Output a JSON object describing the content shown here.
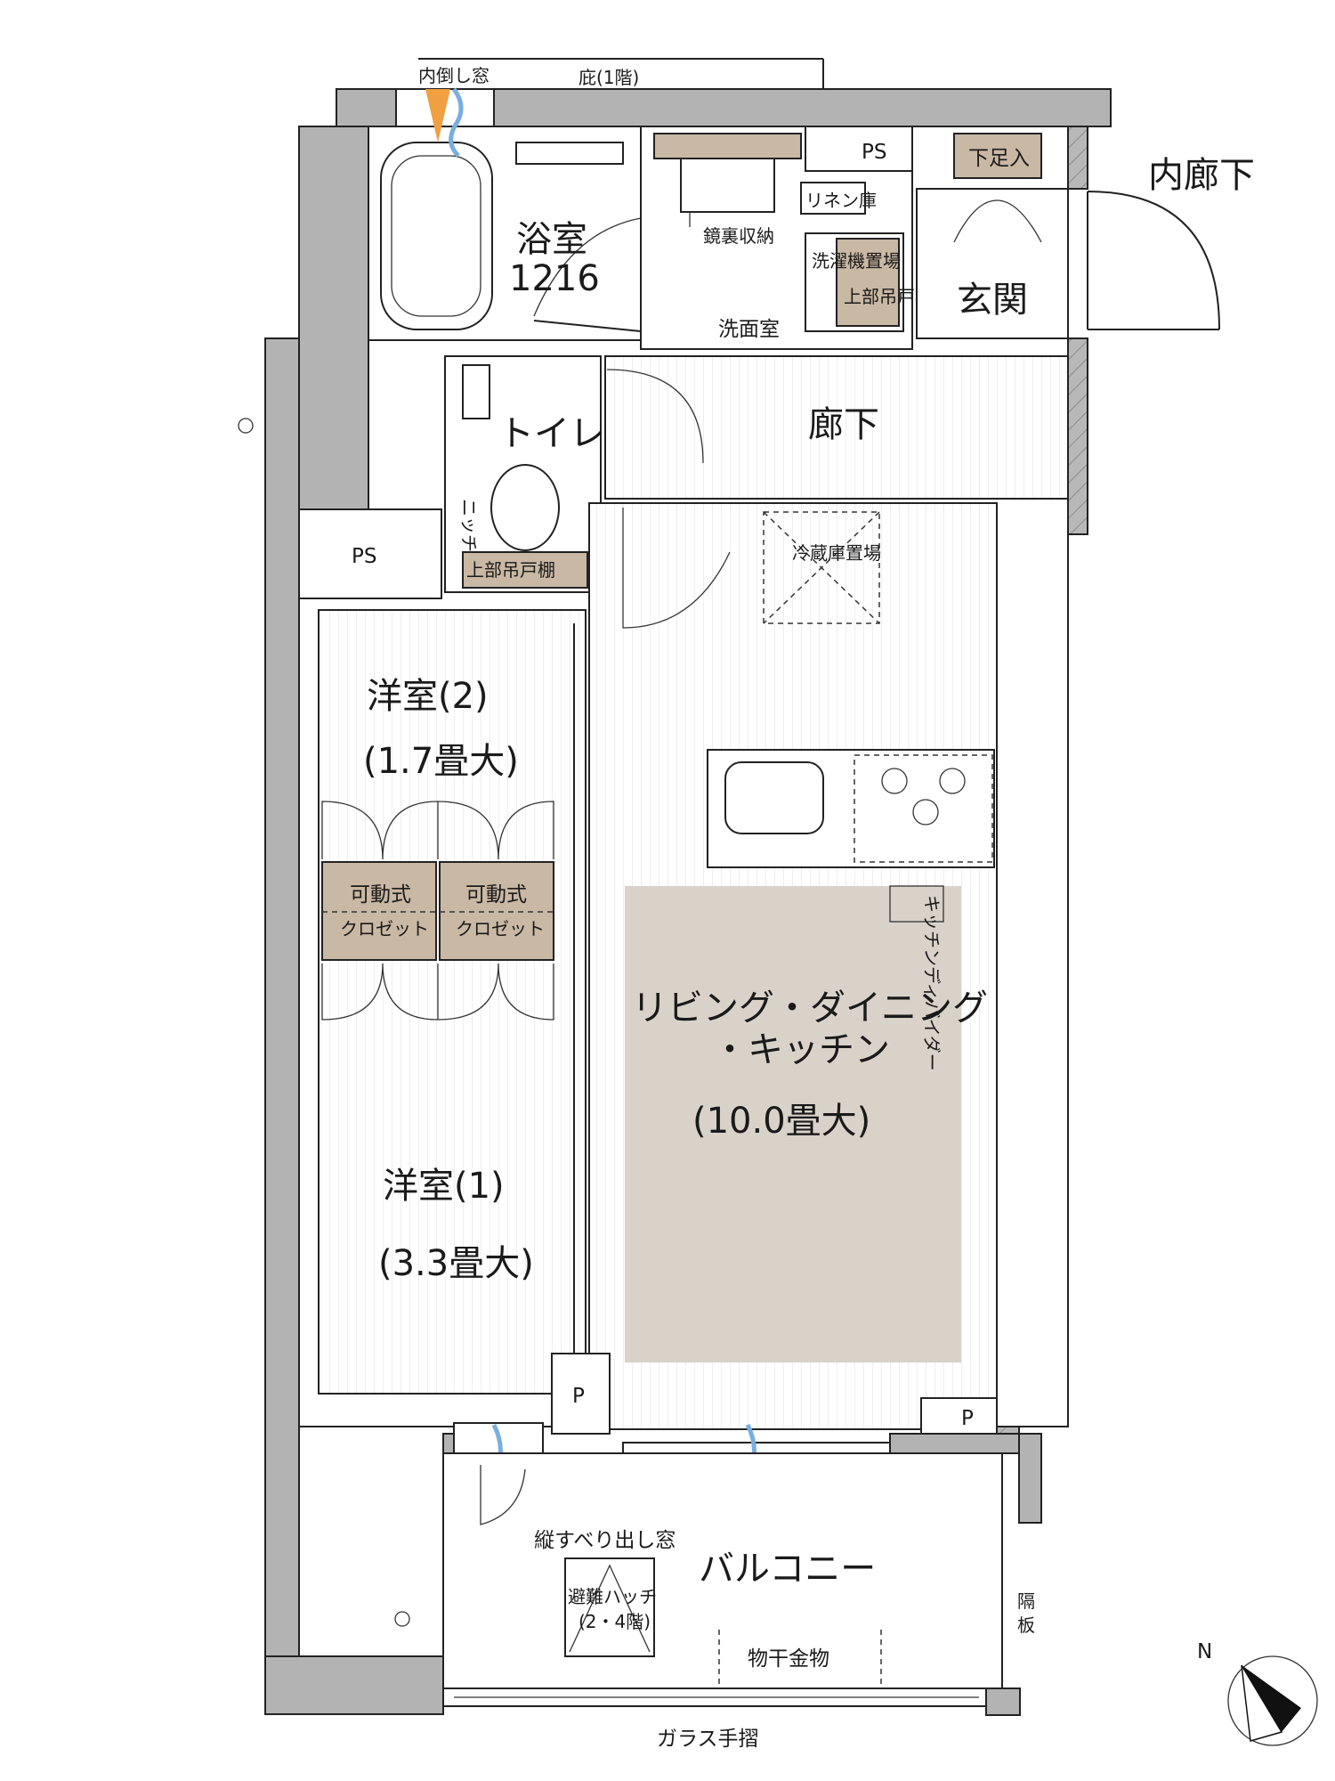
{
  "labels": {
    "inner_tilt_window": "内倒し窓",
    "eave": "庇(1階)",
    "bath": "浴室",
    "bath_size": "1216",
    "ps_top": "PS",
    "linen": "リネン庫",
    "shoe_box": "下足入",
    "inner_corridor": "内廊下",
    "mirror_storage": "鏡裏収納",
    "upper_cabinet_wash": "上部吊戸棚",
    "washer_place": "洗濯機置場",
    "washroom": "洗面室",
    "entrance": "玄関",
    "toilet": "トイレ",
    "hallway": "廊下",
    "niche": "ニッチ",
    "ps_left": "PS",
    "upper_cabinet_toilet": "上部吊戸棚",
    "fridge_place": "冷蔵庫置場",
    "western2": "洋室(2)",
    "western2_size": "(1.7畳大)",
    "movable_closet_a1": "可動式",
    "movable_closet_a2": "クロゼット",
    "movable_closet_b1": "可動式",
    "movable_closet_b2": "クロゼット",
    "kitchen_divider": "キッチンディバイダー",
    "ldk_line1": "リビング・ダイニング",
    "ldk_line2": "・キッチン",
    "ldk_size": "(10.0畳大)",
    "western1": "洋室(1)",
    "western1_size": "(3.3畳大)",
    "p_left": "P",
    "p_right": "P",
    "casement_window": "縦すべり出し窓",
    "balcony": "バルコニー",
    "escape_hatch_1": "避難ハッチ",
    "escape_hatch_2": "(2・4階)",
    "partition": "隔板",
    "drying_hardware": "物干金物",
    "glass_railing": "ガラス手摺",
    "north": "N"
  }
}
